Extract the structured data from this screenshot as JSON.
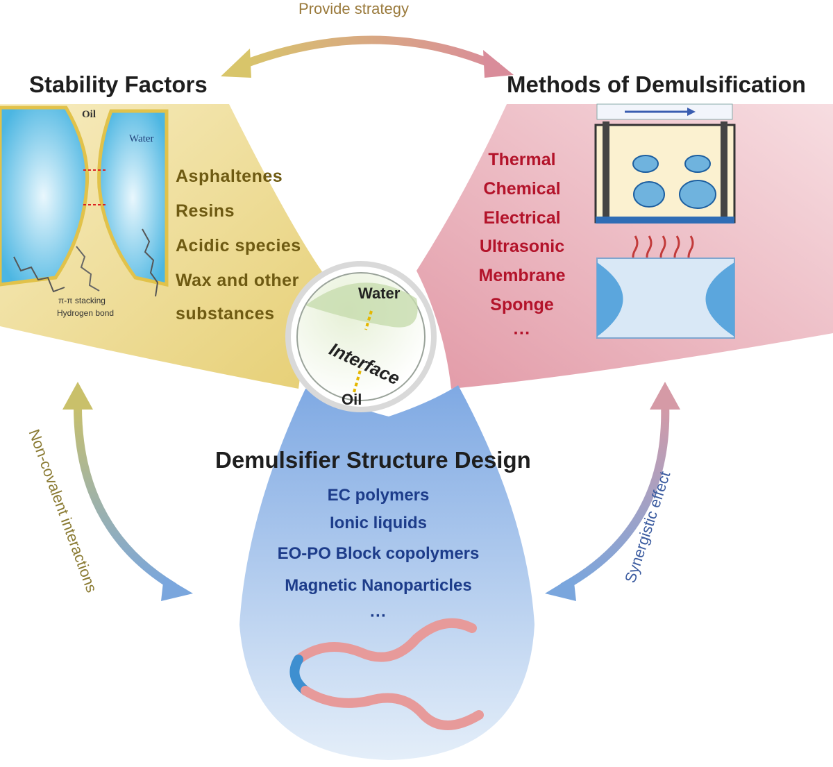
{
  "top_arrow": {
    "label": "Provide strategy"
  },
  "stability": {
    "title": "Stability Factors",
    "items": [
      "Asphaltenes",
      "Resins",
      "Acidic species",
      "Wax and other",
      "substances"
    ],
    "illustration": {
      "oil_label": "Oil",
      "water_label": "Water",
      "note_1": "π-π stacking",
      "note_2": "Hydrogen bond"
    }
  },
  "methods": {
    "title": "Methods of Demulsification",
    "items": [
      "Thermal",
      "Chemical",
      "Electrical",
      "Ultrasonic",
      "Membrane",
      "Sponge",
      "···"
    ]
  },
  "center": {
    "water": "Water",
    "interface": "Interface",
    "oil": "Oil"
  },
  "design": {
    "title": "Demulsifier Structure Design",
    "items": [
      "EC polymers",
      "Ionic liquids",
      "EO-PO Block copolymers",
      "Magnetic Nanoparticles",
      "···"
    ]
  },
  "left_arrow": {
    "label": "Non-covalent interactions"
  },
  "right_arrow": {
    "label": "Synergistic effect"
  },
  "colors": {
    "yellow": "#e9d68a",
    "pink": "#e7a9b4",
    "blue": "#8fb4e6",
    "title": "#1e1e1e",
    "methods_text": "#b3132a",
    "design_text": "#1d3c8a",
    "stability_text": "#6e5a12"
  }
}
